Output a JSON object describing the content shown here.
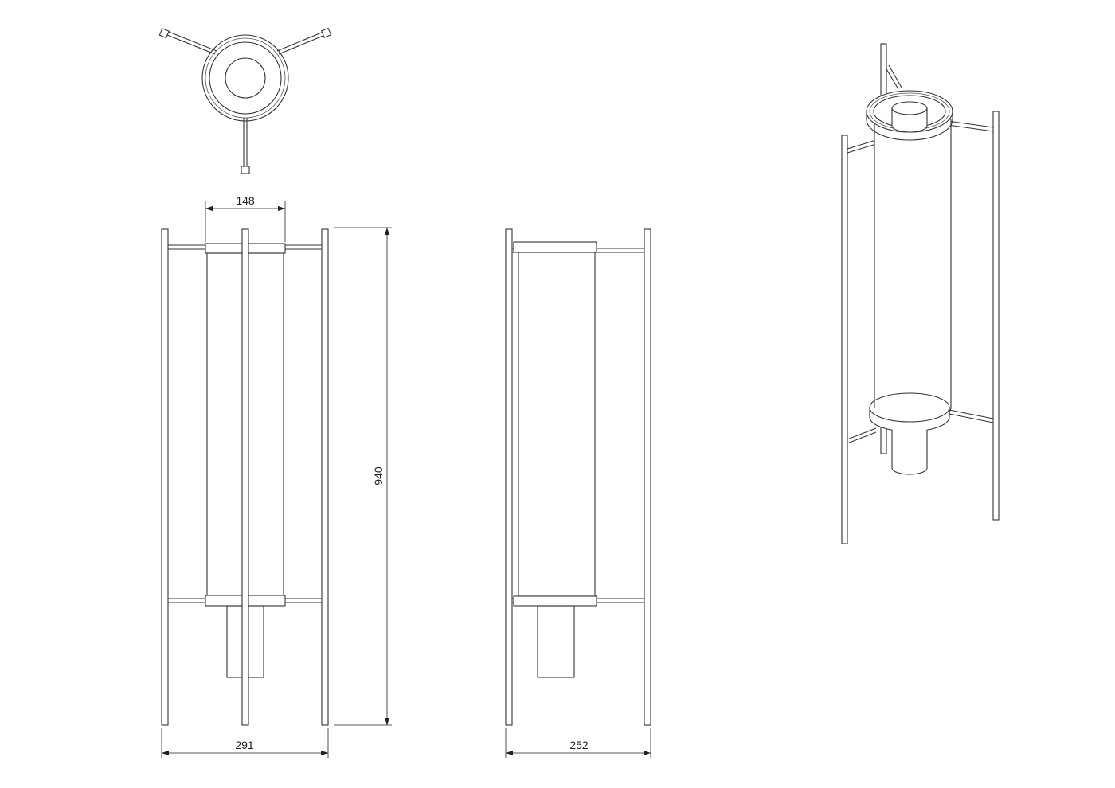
{
  "drawing": {
    "views": [
      "top-view",
      "front-view",
      "side-view",
      "isometric-view"
    ],
    "dimensions": {
      "shade_diameter": "148",
      "height": "940",
      "front_width": "291",
      "side_width": "252"
    },
    "line_color": "#333333",
    "background": "#ffffff"
  }
}
